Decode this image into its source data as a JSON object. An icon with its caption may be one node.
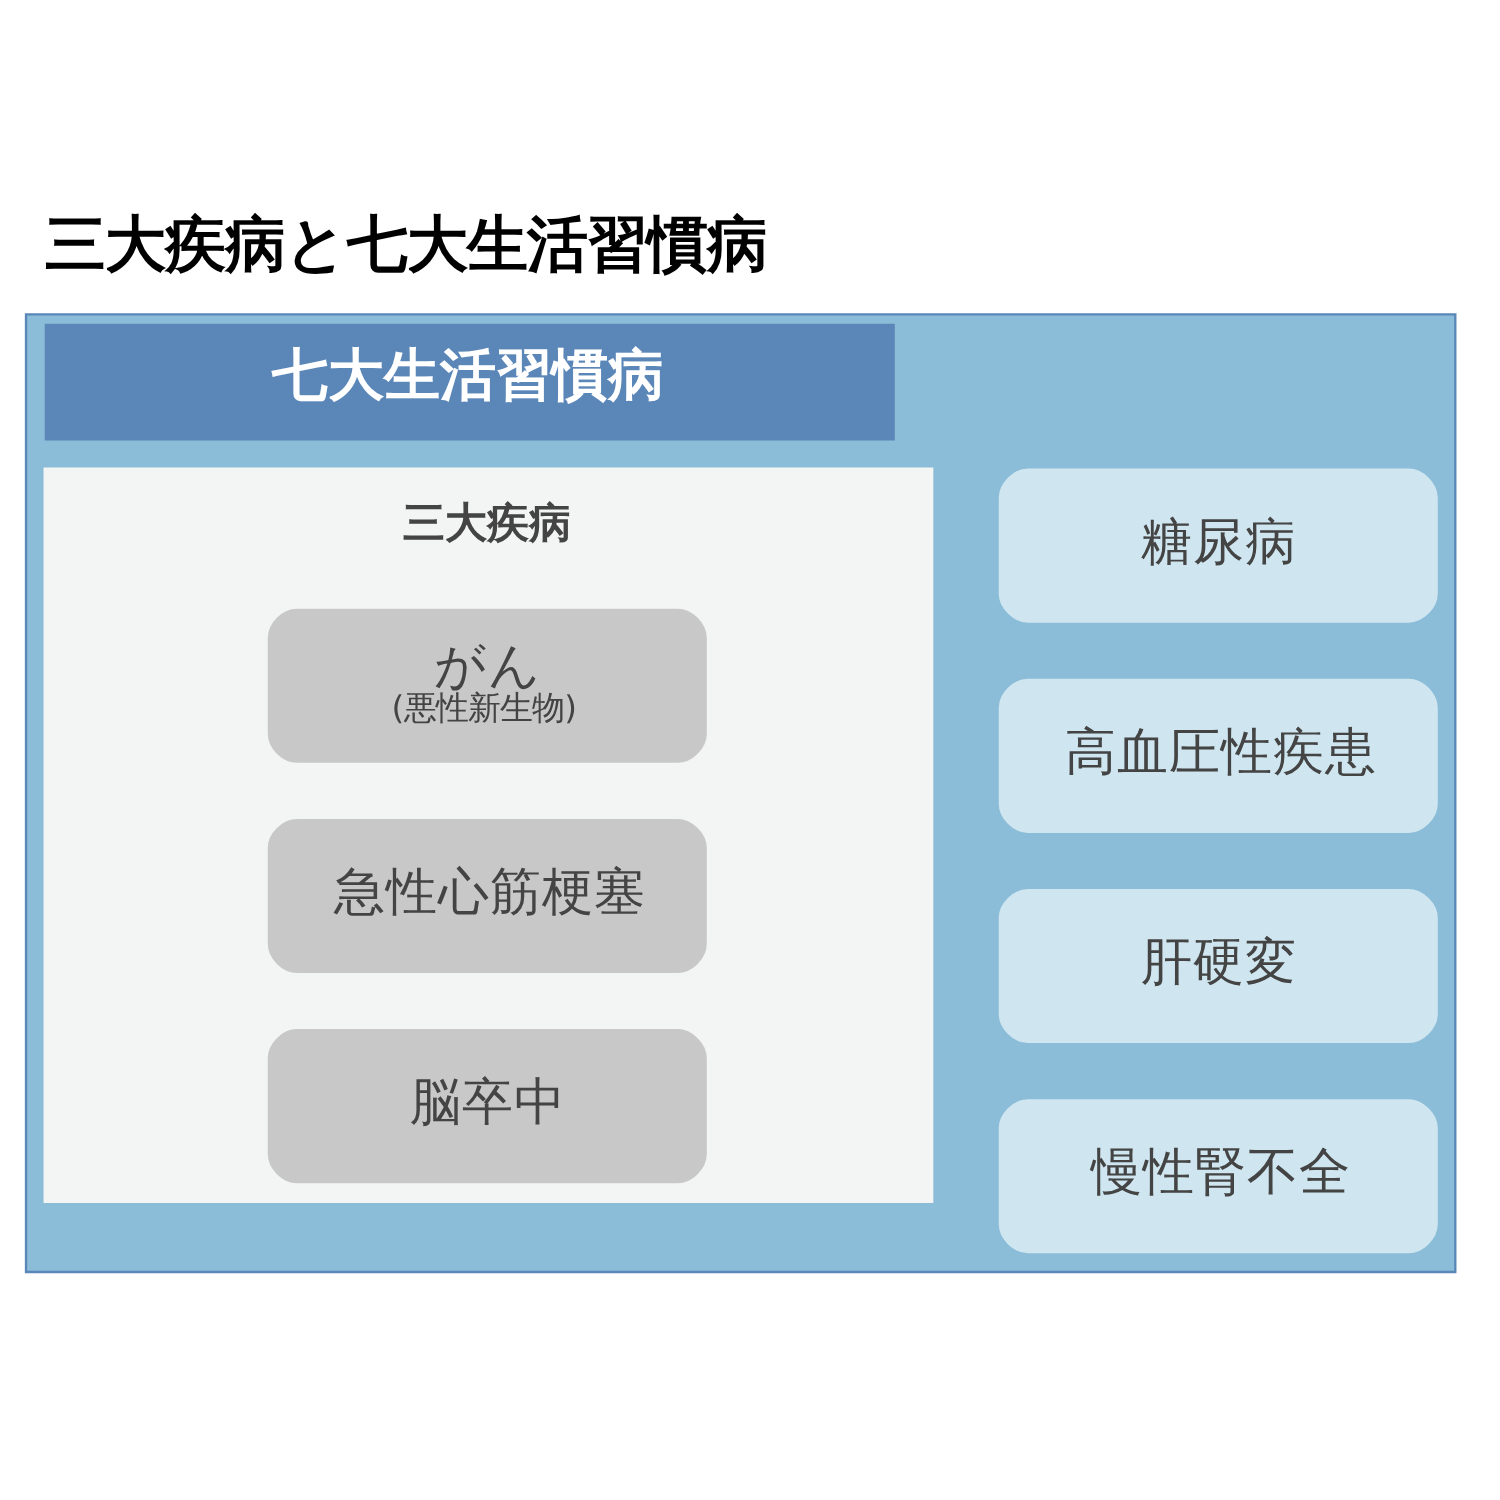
{
  "diagram": {
    "title": "三大疾病と七大生活習慣病",
    "nodes": [
      {
        "text": [
          "七大生活習慣病"
        ]
      },
      {
        "text": [
          "三大疾病"
        ],
        "in": 0
      },
      {
        "text": [
          "がん",
          "(悪性新生物)"
        ],
        "in": 1
      },
      {
        "text": [
          "急性心筋梗塞"
        ],
        "in": 1
      },
      {
        "text": [
          "脳卒中"
        ],
        "in": 1
      },
      {
        "text": [
          "糖尿病"
        ],
        "in": 0
      },
      {
        "text": [
          "高血圧性疾患"
        ],
        "in": 0
      },
      {
        "text": [
          "肝硬変"
        ],
        "in": 0
      },
      {
        "text": [
          "慢性腎不全"
        ],
        "in": 0
      }
    ],
    "edges": []
  }
}
